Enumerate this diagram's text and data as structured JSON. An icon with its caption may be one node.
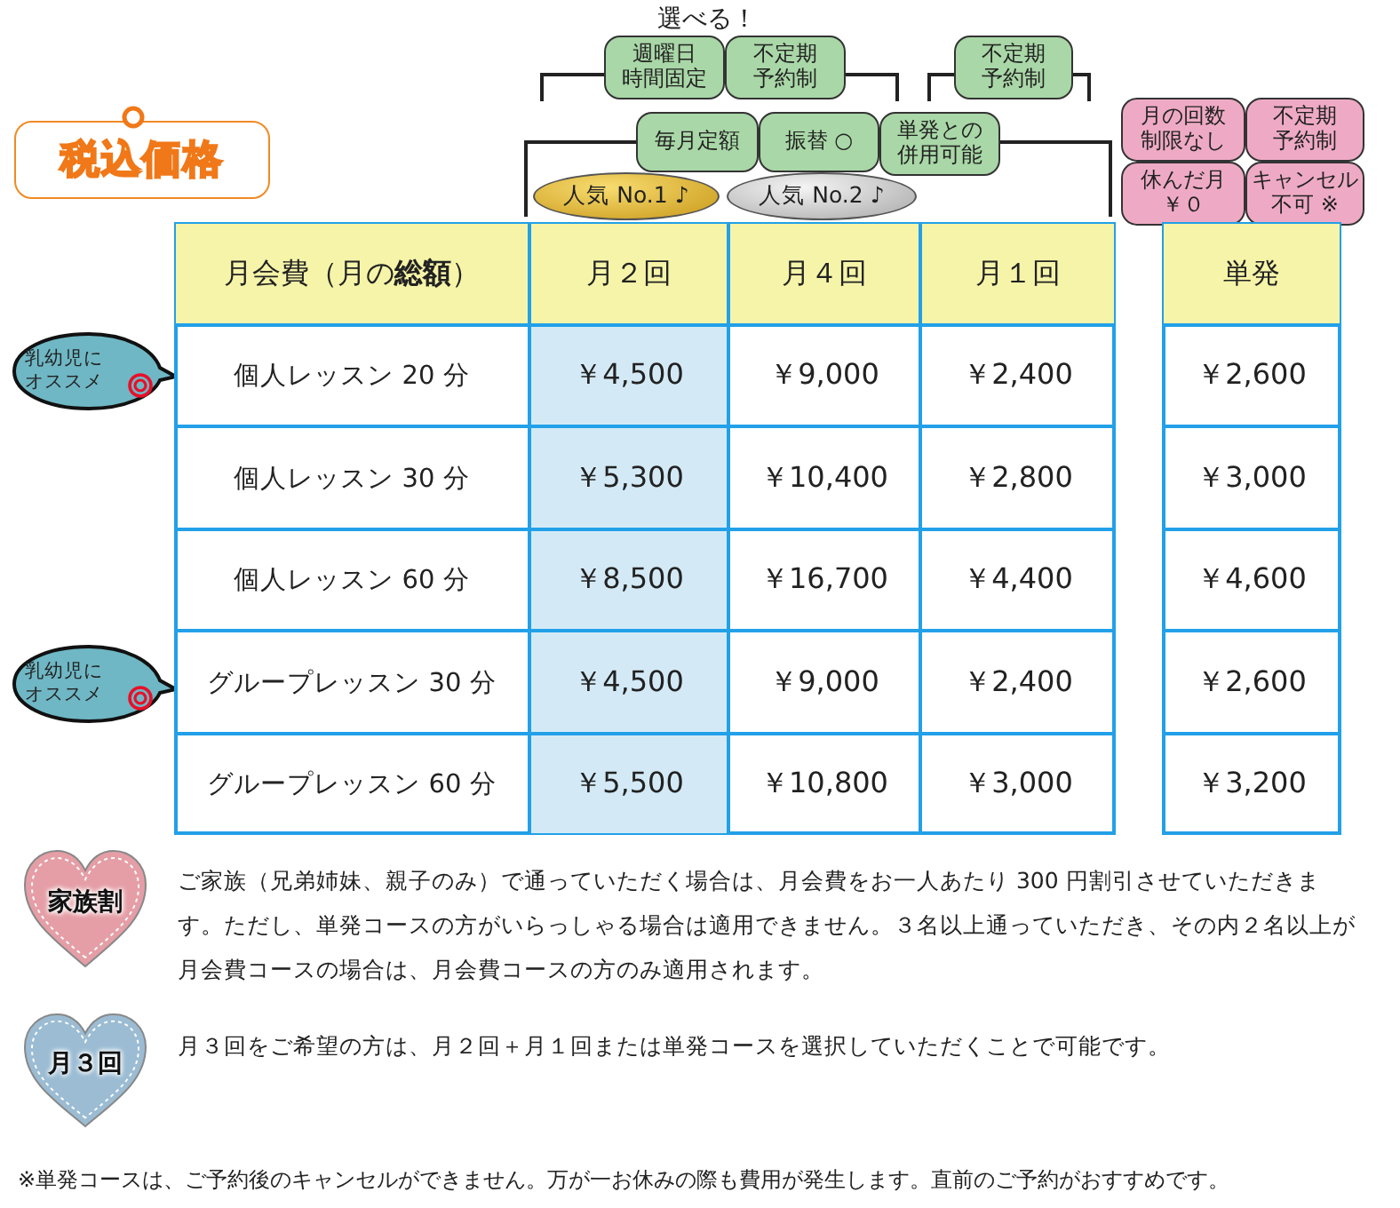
{
  "diagram": {
    "nodes": [
      {
        "text": [
          "税込価格"
        ]
      },
      {
        "text": [
          "週曜日時間固定"
        ]
      },
      {
        "text": [
          "不定期予約制"
        ]
      },
      {
        "text": [
          "不定期予約制"
        ]
      },
      {
        "text": [
          "毎月定額"
        ]
      },
      {
        "text": [
          "振替 ○"
        ]
      },
      {
        "text": [
          "単発との併用可能"
        ]
      },
      {
        "text": [
          "月の回数制限なし"
        ]
      },
      {
        "text": [
          "不定期予約制"
        ]
      },
      {
        "text": [
          "休んだ月￥０"
        ]
      },
      {
        "text": [
          "キャンセル不可 ※"
        ]
      },
      {
        "text": [
          "人気 No.1 ♪"
        ]
      },
      {
        "text": [
          "人気 No.2 ♪"
        ]
      },
      {
        "text": [
          "乳幼児にオススメ"
        ]
      },
      {
        "text": [
          "乳幼児にオススメ"
        ]
      },
      {
        "text": [
          "家族割"
        ]
      },
      {
        "text": [
          "月３回"
        ]
      }
    ],
    "labels": [
      "選べる！",
      "月会費（月の**総額**）",
      "月２回",
      "月４回",
      "月１回",
      "単発",
      "個人レッスン 20 分",
      "￥4,500",
      "￥9,000",
      "￥2,400",
      "￥2,600",
      "個人レッスン 30 分",
      "￥5,300",
      "￥10,400",
      "￥2,800",
      "￥3,000",
      "個人レッスン 60 分",
      "￥8,500",
      "￥16,700",
      "￥4,400",
      "￥4,600",
      "グループレッスン 30 分",
      "￥4,500",
      "￥9,000",
      "￥2,400",
      "￥2,600",
      "グループレッスン 60 分",
      "￥5,500",
      "￥10,800",
      "￥3,000",
      "￥3,200",
      "ご家族（兄弟姉妹、親子のみ）で通っていただく場合は、月会費をお一人あたり 300 円割引させていただきます。ただし、単発コースの方がいらっしゃる場合は適用できません。３名以上通っていただき、その内２名以上が月会費コースの場合は、月会費コースの方のみ適用されます。",
      "月３回をご希望の方は、月２回＋月１回または単発コースを選択していただくことで可能です。",
      "※単発コースは、ご予約後のキャンセルができません。万が一お休みの際も費用が発生します。直前のご予約がおすすめです。"
    ]
  }
}
